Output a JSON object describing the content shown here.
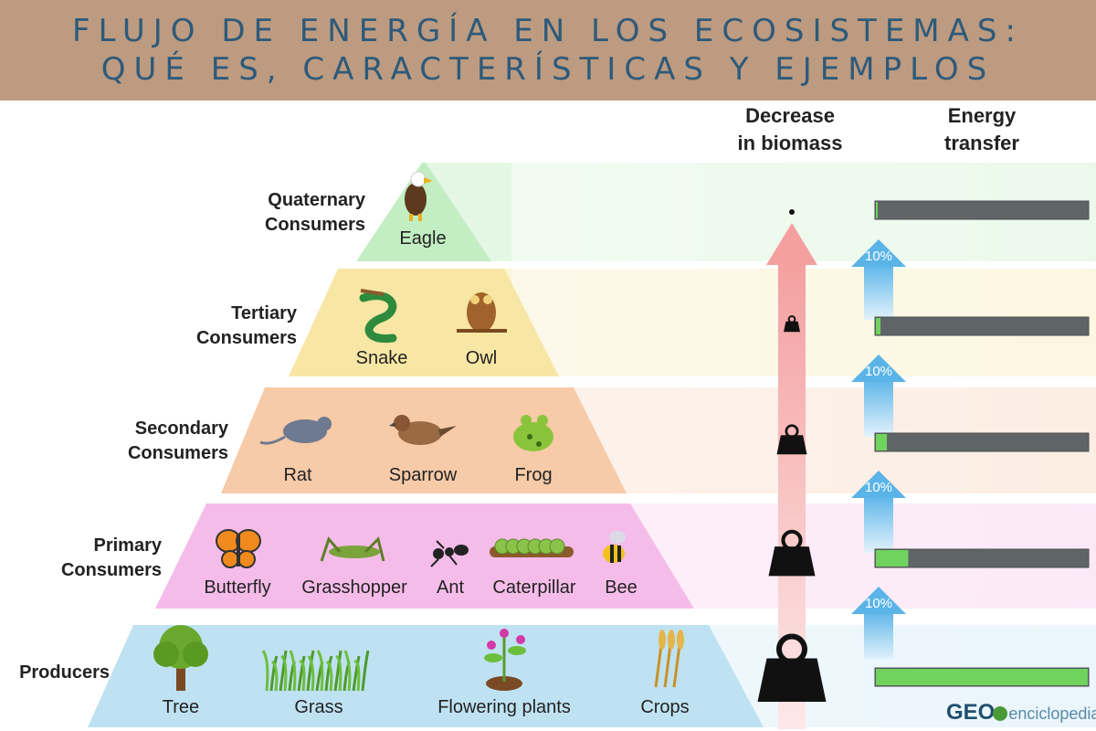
{
  "header": {
    "title_line1": "FLUJO DE ENERGÍA EN LOS ECOSISTEMAS:",
    "title_line2": "QUÉ ES, CARACTERÍSTICAS Y EJEMPLOS"
  },
  "columns": {
    "biomass": {
      "line1": "Decrease",
      "line2": "in biomass"
    },
    "energy": {
      "line1": "Energy",
      "line2": "transfer"
    }
  },
  "levels": [
    {
      "label1": "Quaternary",
      "label2": "Consumers",
      "color": "#c3edc3",
      "organisms": [
        "Eagle"
      ],
      "energy_fill": 0.01
    },
    {
      "label1": "Tertiary",
      "label2": "Consumers",
      "color": "#f8e6a5",
      "organisms": [
        "Snake",
        "Owl"
      ],
      "energy_fill": 0.03
    },
    {
      "label1": "Secondary",
      "label2": "Consumers",
      "color": "#f7caa8",
      "organisms": [
        "Rat",
        "Sparrow",
        "Frog"
      ],
      "energy_fill": 0.06
    },
    {
      "label1": "Primary",
      "label2": "Consumers",
      "color": "#f6bce9",
      "organisms": [
        "Butterfly",
        "Grasshopper",
        "Ant",
        "Caterpillar",
        "Bee"
      ],
      "energy_fill": 0.16
    },
    {
      "label1": "Producers",
      "label2": "",
      "color": "#bfe2f3",
      "organisms": [
        "Tree",
        "Grass",
        "Flowering plants",
        "Crops"
      ],
      "energy_fill": 1.0
    }
  ],
  "transfer_pct": [
    "10%",
    "10%",
    "10%",
    "10%"
  ],
  "colors": {
    "banner": "#bd9b80",
    "title_text": "#2e5a7a",
    "energy_bar_empty": "#5f6566",
    "energy_bar_fill": "#6fd35e",
    "energy_arrow": "#5ab4e8",
    "biomass_arrow": "#f4a0a0"
  },
  "icons": {
    "organisms": [
      "eagle-icon",
      "snake-icon",
      "owl-icon",
      "rat-icon",
      "sparrow-icon",
      "frog-icon",
      "butterfly-icon",
      "grasshopper-icon",
      "ant-icon",
      "caterpillar-icon",
      "bee-icon",
      "tree-icon",
      "grass-icon",
      "flowering-plant-icon",
      "crops-icon"
    ],
    "biomass": "weight-icon"
  },
  "watermark": {
    "brand": "GEO",
    "rest": "enciclopedia"
  }
}
